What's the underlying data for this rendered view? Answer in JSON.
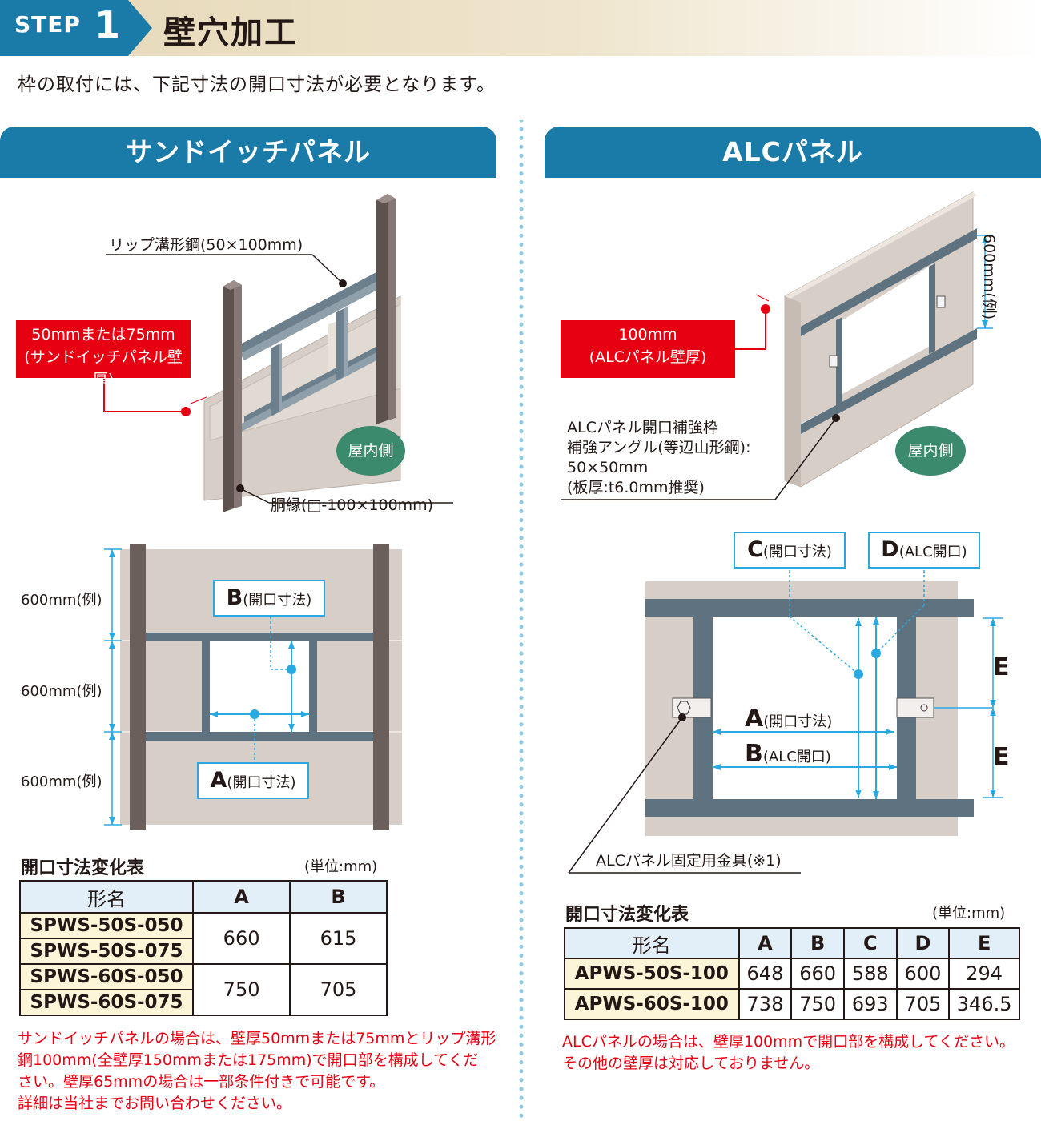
{
  "header": {
    "step_label": "STEP",
    "step_number": "1",
    "title": "壁穴加工",
    "intro": "枠の取付には、下記寸法の開口寸法が必要となります。"
  },
  "sandwich": {
    "section_title": "サンドイッチパネル",
    "lip_channel_label": "リップ溝形鋼(50×100mm)",
    "thickness_box": [
      "50mmまたは75mm",
      "(サンドイッチパネル壁厚)"
    ],
    "indoor_badge": "屋内側",
    "column_label": "胴縁(□-100×100mm)",
    "height_labels": [
      "600mm(例)",
      "600mm(例)",
      "600mm(例)"
    ],
    "dim_b": {
      "letter": "B",
      "text": "(開口寸法)"
    },
    "dim_a": {
      "letter": "A",
      "text": "(開口寸法)"
    },
    "table": {
      "title": "開口寸法変化表",
      "unit": "(単位:mm)",
      "headers": [
        "形名",
        "A",
        "B"
      ],
      "groups": [
        {
          "models": [
            "SPWS-50S-050",
            "SPWS-50S-075"
          ],
          "a": "660",
          "b": "615"
        },
        {
          "models": [
            "SPWS-60S-050",
            "SPWS-60S-075"
          ],
          "a": "750",
          "b": "705"
        }
      ]
    },
    "note": [
      "サンドイッチパネルの場合は、壁厚50mmまたは75mmとリップ溝形",
      "鋼100mm(全壁厚150mmまたは175mm)で開口部を構成してくだ",
      "さい。壁厚65mmの場合は一部条件付きで可能です。",
      "詳細は当社までお問い合わせください。"
    ]
  },
  "alc": {
    "section_title": "ALCパネル",
    "thickness_box": [
      "100mm",
      "(ALCパネル壁厚)"
    ],
    "height_label": "600mm(例)",
    "reinforce_label": [
      "ALCパネル開口補強枠",
      "補強アングル(等辺山形鋼):",
      "50×50mm",
      "(板厚:t6.0mm推奨)"
    ],
    "indoor_badge": "屋内側",
    "dim_c": {
      "letter": "C",
      "text": "(開口寸法)"
    },
    "dim_d": {
      "letter": "D",
      "text": "(ALC開口)"
    },
    "dim_a": {
      "letter": "A",
      "text": "(開口寸法)"
    },
    "dim_b": {
      "letter": "B",
      "text": "(ALC開口)"
    },
    "dim_e": [
      "E",
      "E"
    ],
    "bracket_label": "ALCパネル固定用金具(※1)",
    "table": {
      "title": "開口寸法変化表",
      "unit": "(単位:mm)",
      "headers": [
        "形名",
        "A",
        "B",
        "C",
        "D",
        "E"
      ],
      "rows": [
        {
          "model": "APWS-50S-100",
          "values": [
            "648",
            "660",
            "588",
            "600",
            "294"
          ]
        },
        {
          "model": "APWS-60S-100",
          "values": [
            "738",
            "750",
            "693",
            "705",
            "346.5"
          ]
        }
      ]
    },
    "note": [
      "ALCパネルの場合は、壁厚100mmで開口部を構成してください。",
      "その他の壁厚は対応しておりません。"
    ]
  },
  "colors": {
    "section_blue": "#1a7aa8",
    "red": "#e60012",
    "dim_blue": "#29a9e0",
    "panel": "#d7cfc7",
    "steel": "#5f7280",
    "column": "#6b5f5c",
    "badge_green": "#3c8a6e"
  }
}
